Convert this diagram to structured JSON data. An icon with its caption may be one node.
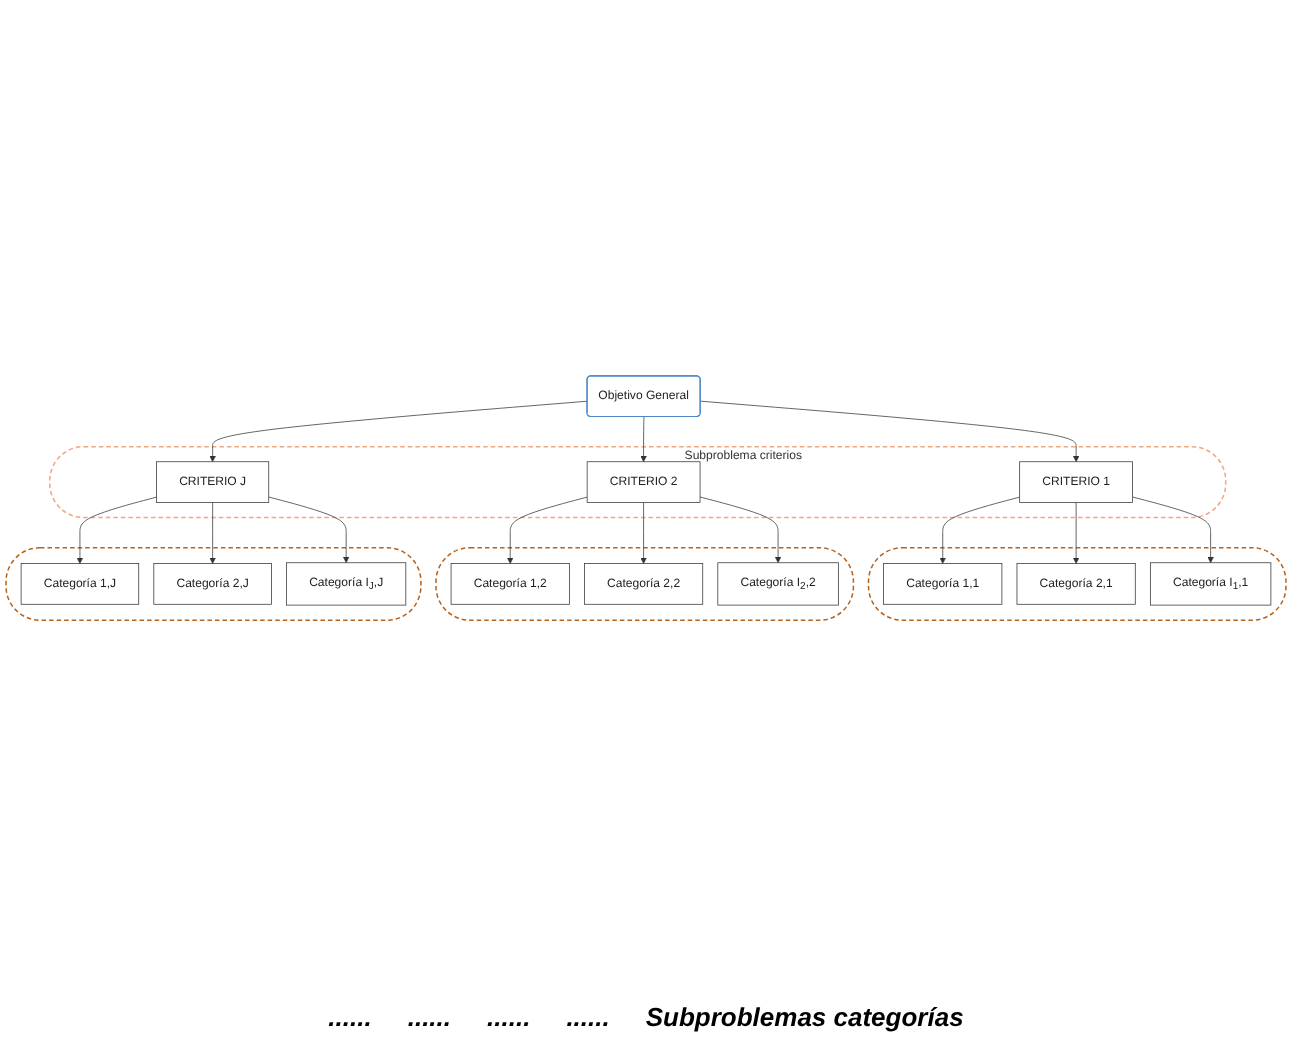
{
  "diagram": {
    "nodes": [
      {
        "text": [
          "Objetivo General"
        ]
      },
      {
        "text": [
          "Subproblema criterios"
        ]
      },
      {
        "text": [
          "CRITERIO 1"
        ],
        "in": 1
      },
      {
        "text": [
          "CRITERIO 2"
        ],
        "in": 1
      },
      {
        "text": [
          "CRITERIO J"
        ],
        "in": 1
      },
      {
        "text": [],
        "shape": "ellipse"
      },
      {
        "text": [
          "Categoría 1,1"
        ],
        "in": 5
      },
      {
        "text": [
          "Categoría 2,1"
        ],
        "in": 5
      },
      {
        "text": [
          "Categoría I$_{1}$,1"
        ],
        "in": 5
      },
      {
        "text": [],
        "shape": "ellipse"
      },
      {
        "text": [
          "Categoría 1,2"
        ],
        "in": 9
      },
      {
        "text": [
          "Categoría 2,2"
        ],
        "in": 9
      },
      {
        "text": [
          "Categoría I$_{2}$,2"
        ],
        "in": 9
      },
      {
        "text": [],
        "shape": "ellipse"
      },
      {
        "text": [
          "Categoría 1,J"
        ],
        "in": 13
      },
      {
        "text": [
          "Categoría 2,J"
        ],
        "in": 13
      },
      {
        "text": [
          "Categoría I$_{J}$,J"
        ],
        "in": 13
      }
    ],
    "edges": [
      {
        "from": 0,
        "to": 2,
        "arrow": "to"
      },
      {
        "from": 0,
        "to": 3,
        "arrow": "to"
      },
      {
        "from": 0,
        "to": 4,
        "arrow": "to"
      },
      {
        "from": 2,
        "to": 6,
        "arrow": "to"
      },
      {
        "from": 2,
        "to": 7,
        "arrow": "to"
      },
      {
        "from": 2,
        "to": 8,
        "arrow": "to"
      },
      {
        "from": 3,
        "to": 10,
        "arrow": "to"
      },
      {
        "from": 3,
        "to": 11,
        "arrow": "to"
      },
      {
        "from": 3,
        "to": 12,
        "arrow": "to"
      },
      {
        "from": 4,
        "to": 14,
        "arrow": "to"
      },
      {
        "from": 4,
        "to": 15,
        "arrow": "to"
      },
      {
        "from": 4,
        "to": 16,
        "arrow": "to"
      }
    ],
    "labels": [
      "......",
      "......",
      "......",
      "......",
      "Subproblemas categorías"
    ]
  }
}
